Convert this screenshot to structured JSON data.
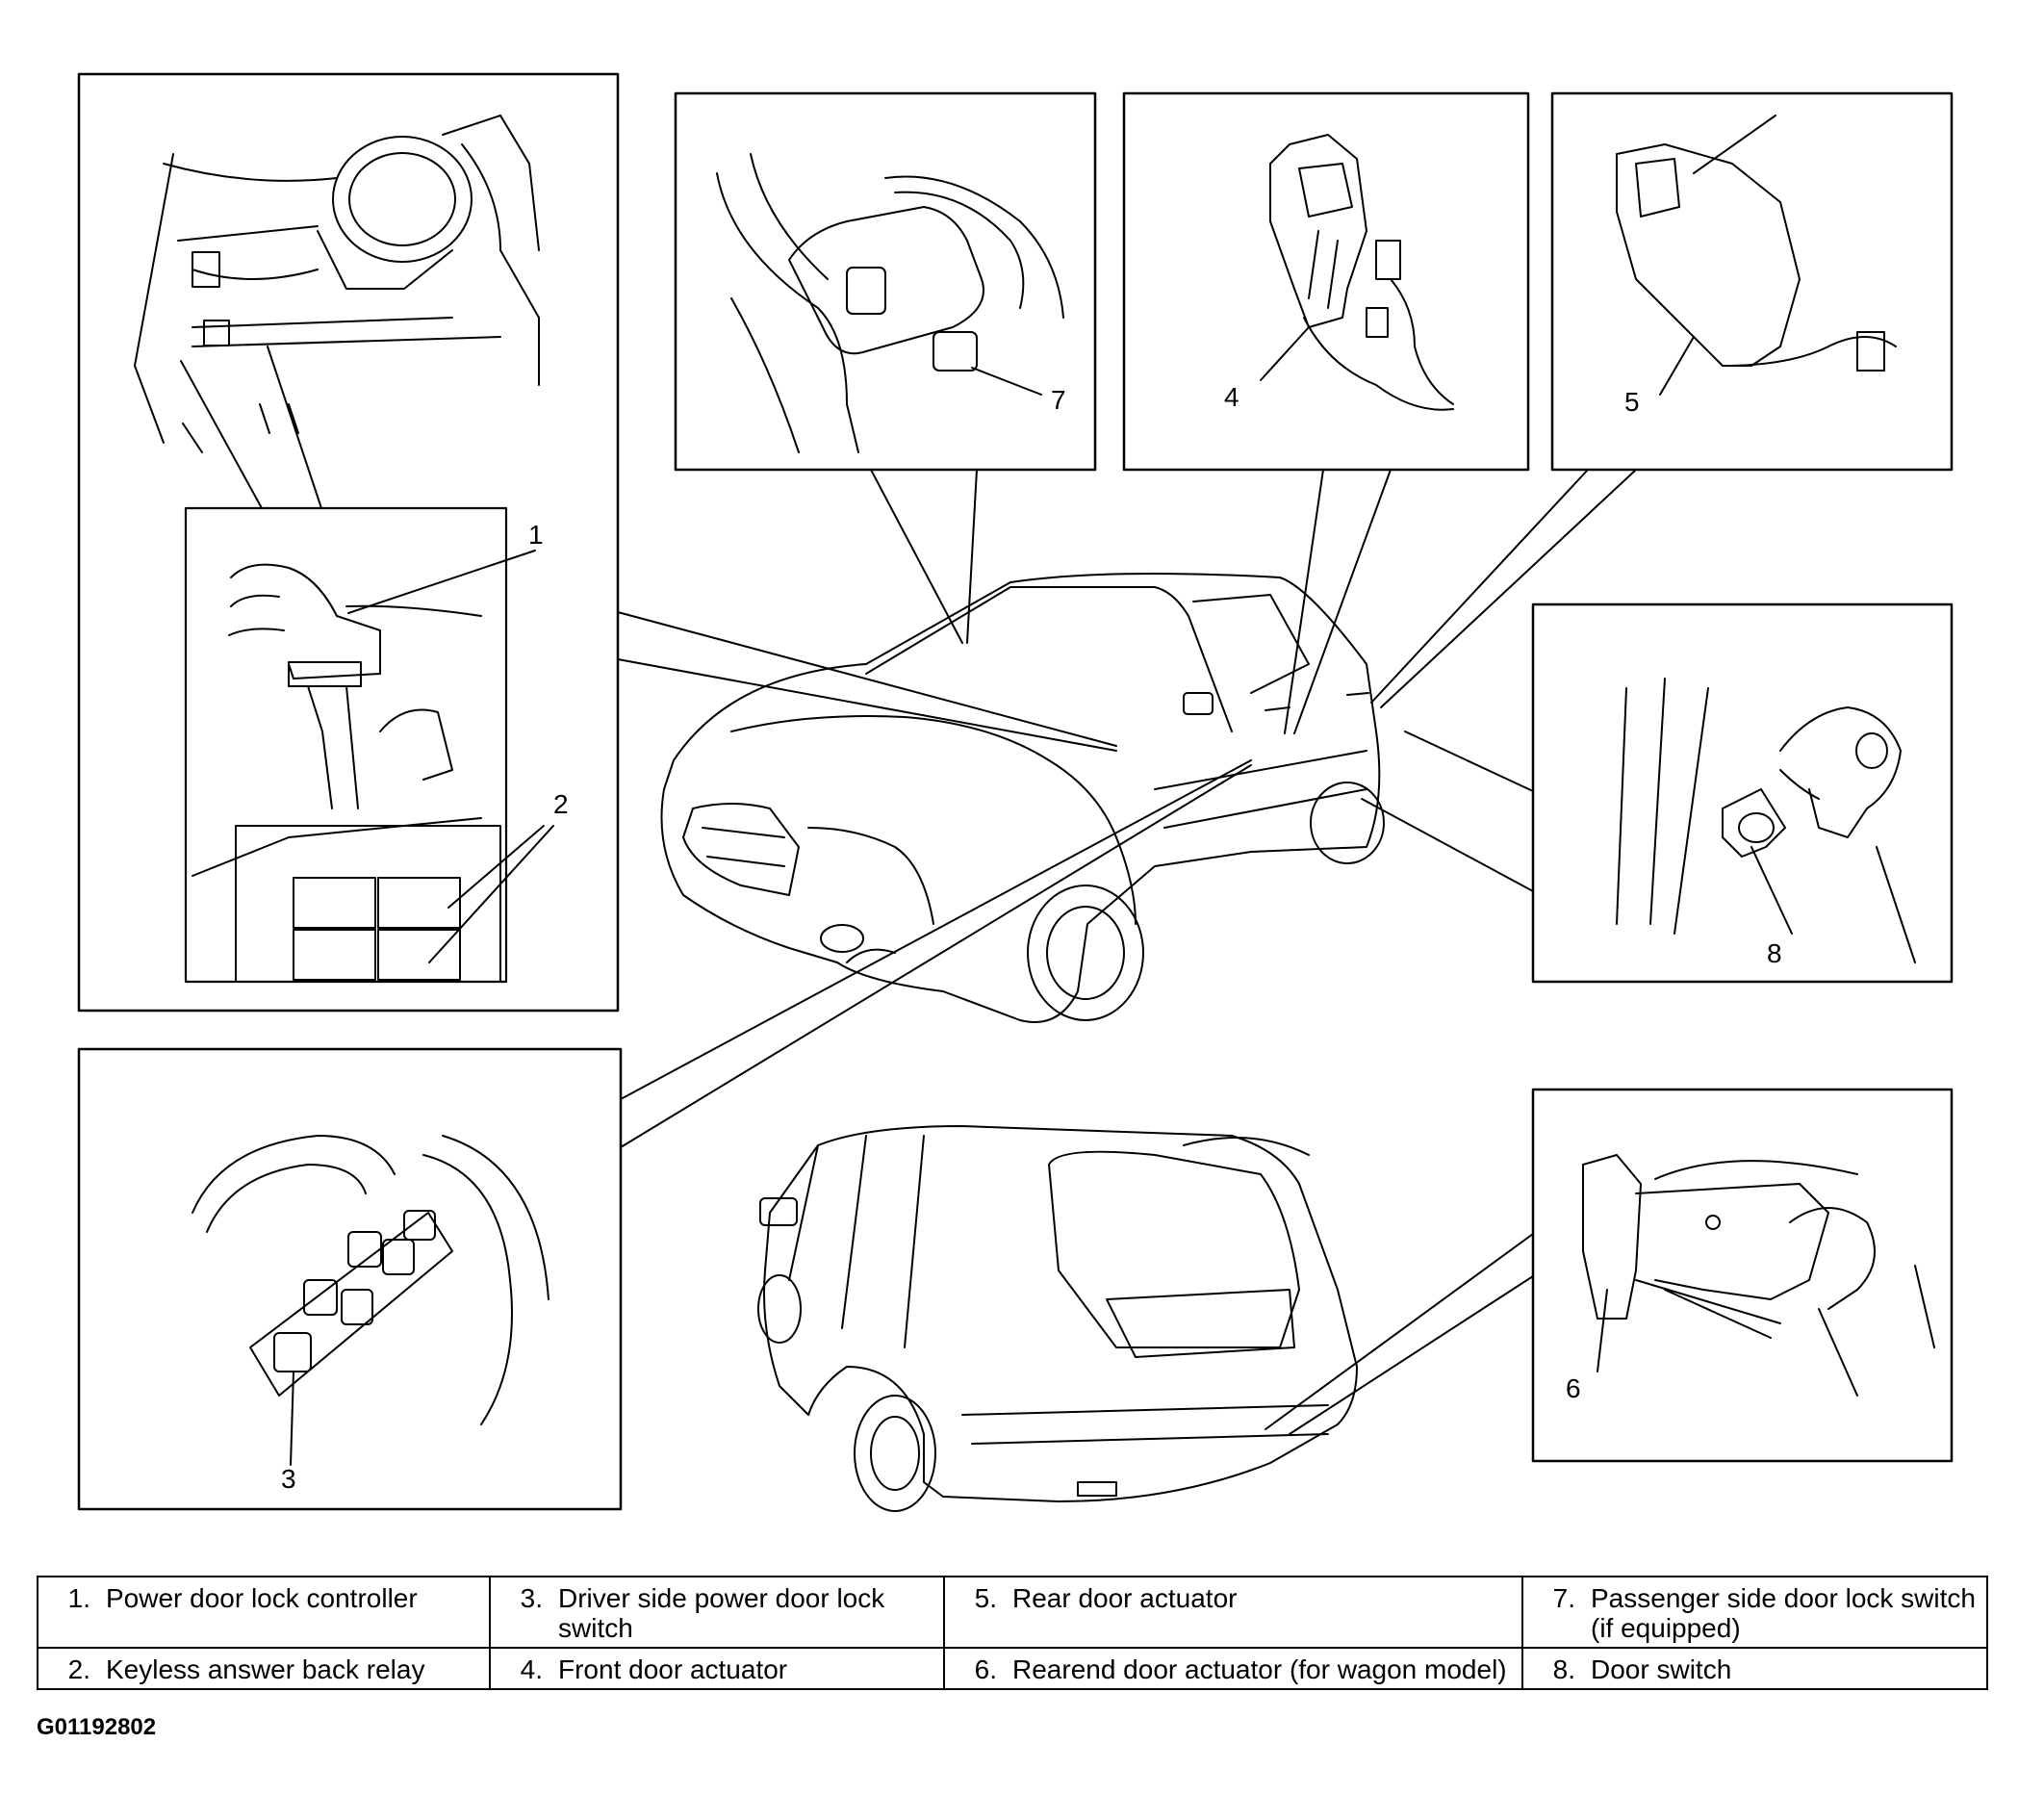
{
  "callouts": [
    "1",
    "2",
    "3",
    "4",
    "5",
    "6",
    "7",
    "8"
  ],
  "legend": {
    "rows": [
      [
        {
          "num": "1.",
          "text": "Power door lock controller"
        },
        {
          "num": "3.",
          "text": "Driver side power door lock switch"
        },
        {
          "num": "5.",
          "text": "Rear door actuator"
        },
        {
          "num": "7.",
          "text": "Passenger side door lock switch (if equipped)"
        }
      ],
      [
        {
          "num": "2.",
          "text": "Keyless answer back relay"
        },
        {
          "num": "4.",
          "text": "Front door actuator"
        },
        {
          "num": "6.",
          "text": "Rearend door actuator (for wagon model)"
        },
        {
          "num": "8.",
          "text": "Door switch"
        }
      ]
    ]
  },
  "figure_code": "G01192802"
}
